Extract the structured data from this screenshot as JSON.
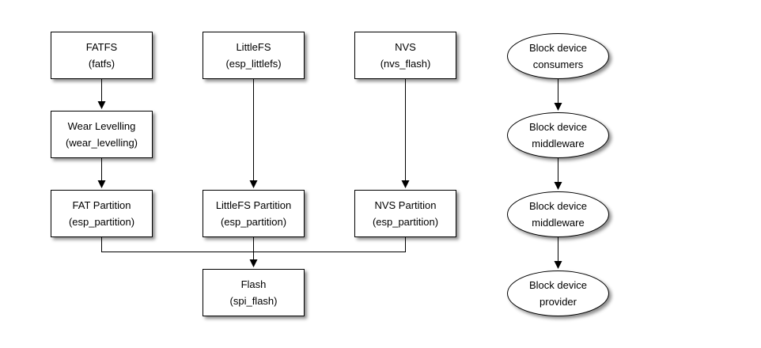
{
  "diagram": {
    "colors": {
      "stroke": "#000000",
      "node_fill": "#ffffff",
      "background": "#ffffff"
    },
    "nodes": {
      "fatfs": {
        "title": "FATFS",
        "subtitle": "(fatfs)"
      },
      "littlefs": {
        "title": "LittleFS",
        "subtitle": "(esp_littlefs)"
      },
      "nvs": {
        "title": "NVS",
        "subtitle": "(nvs_flash)"
      },
      "wear_levelling": {
        "title": "Wear Levelling",
        "subtitle": "(wear_levelling)"
      },
      "fat_partition": {
        "title": "FAT Partition",
        "subtitle": "(esp_partition)"
      },
      "littlefs_partition": {
        "title": "LittleFS Partition",
        "subtitle": "(esp_partition)"
      },
      "nvs_partition": {
        "title": "NVS Partition",
        "subtitle": "(esp_partition)"
      },
      "flash": {
        "title": "Flash",
        "subtitle": "(spi_flash)"
      }
    },
    "ellipses": {
      "consumers": {
        "line1": "Block device",
        "line2": "consumers"
      },
      "middleware1": {
        "line1": "Block device",
        "line2": "middleware"
      },
      "middleware2": {
        "line1": "Block device",
        "line2": "middleware"
      },
      "provider": {
        "line1": "Block device",
        "line2": "provider"
      }
    },
    "edges": [
      {
        "from": "fatfs",
        "to": "wear_levelling",
        "arrow": true
      },
      {
        "from": "wear_levelling",
        "to": "fat_partition",
        "arrow": true
      },
      {
        "from": "littlefs",
        "to": "littlefs_partition",
        "arrow": true
      },
      {
        "from": "nvs",
        "to": "nvs_partition",
        "arrow": true
      },
      {
        "from": "fat_partition",
        "to": "flash",
        "arrow": false
      },
      {
        "from": "littlefs_partition",
        "to": "flash",
        "arrow": true
      },
      {
        "from": "nvs_partition",
        "to": "flash",
        "arrow": false
      },
      {
        "from": "consumers",
        "to": "middleware1",
        "arrow": true
      },
      {
        "from": "middleware1",
        "to": "middleware2",
        "arrow": true
      },
      {
        "from": "middleware2",
        "to": "provider",
        "arrow": true
      }
    ]
  }
}
